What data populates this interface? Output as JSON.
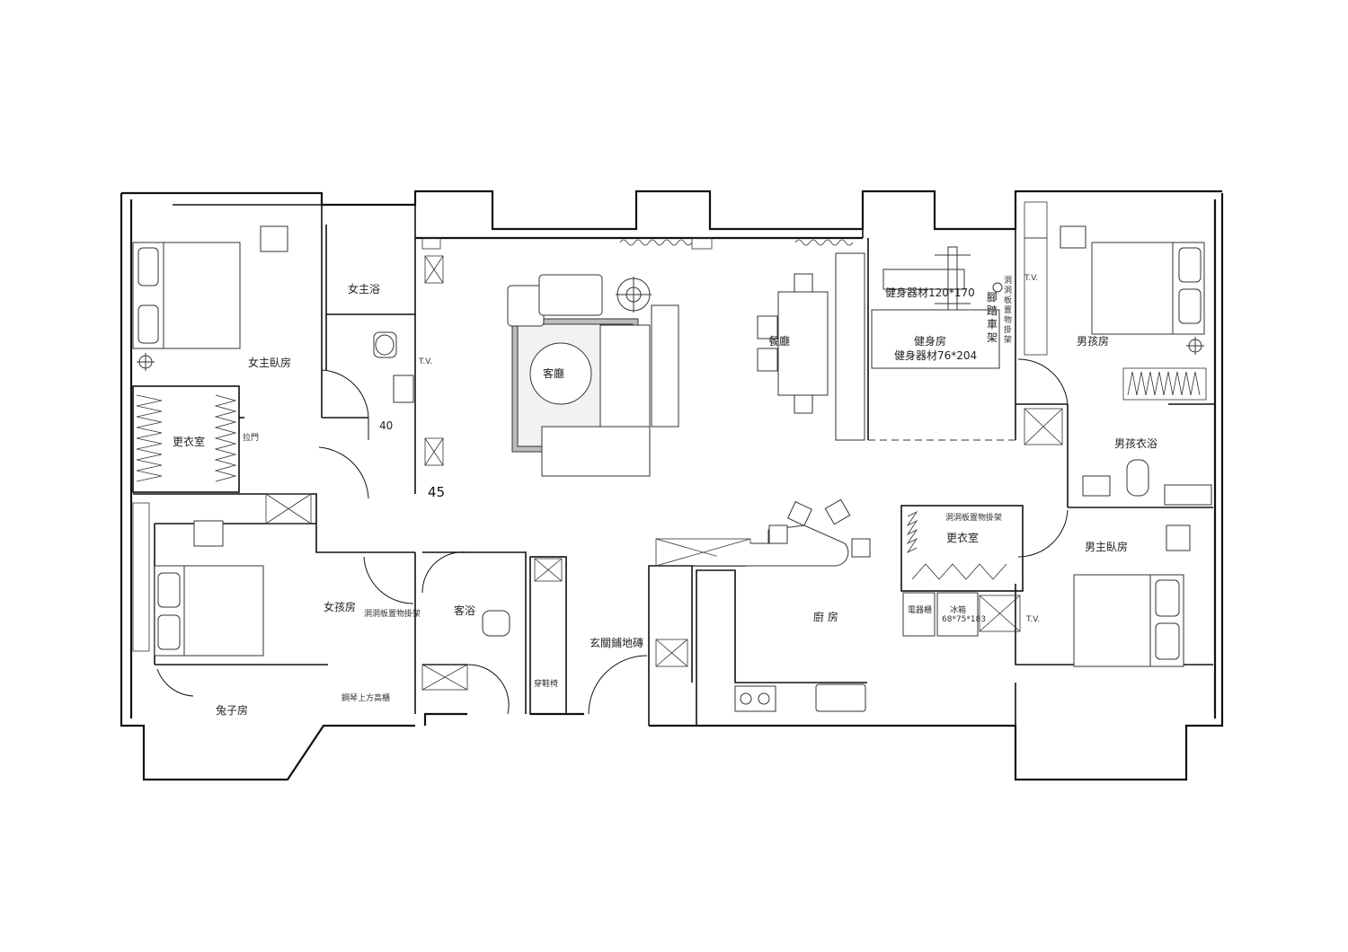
{
  "rooms": {
    "master_female": "女主臥房",
    "master_female_bath": "女主浴",
    "master_female_closet": "更衣室",
    "girl_room": "女孩房",
    "guest_bath": "客浴",
    "rabbit_room": "兔子房",
    "living": "客廳",
    "dining": "餐廳",
    "gym": "健身房",
    "boy_room": "男孩房",
    "boy_bath": "男孩衣浴",
    "master_male": "男主臥房",
    "male_closet": "更衣室",
    "kitchen": "廚 房",
    "entrance": "玄關鋪地磚"
  },
  "notes": {
    "gym_equip_1": "健身器材120*170",
    "gym_equip_2": "健身器材76*204",
    "bike_rack_chars": [
      "腳",
      "踏",
      "車",
      "架"
    ],
    "pegboard_chars": [
      "洞",
      "洞",
      "板",
      "置",
      "物",
      "掛",
      "架"
    ],
    "tv": "T.V.",
    "dim_40": "40",
    "dim_45": "45",
    "girl_pegboard": "洞洞板置物掛架",
    "piano_cabinet": "鋼琴上方高櫃",
    "pull_door": "拉門",
    "shoe_bench": "穿鞋椅",
    "fridge": "冰箱",
    "fridge_dim": "68*75*183",
    "male_closet_pegboard": "洞洞板置物掛架",
    "appliance": "電器櫃"
  },
  "colors": {
    "line": "#111111",
    "fixture": "#333333",
    "rug": "#bdbdbd",
    "rug_inner": "#f2f2f2"
  }
}
